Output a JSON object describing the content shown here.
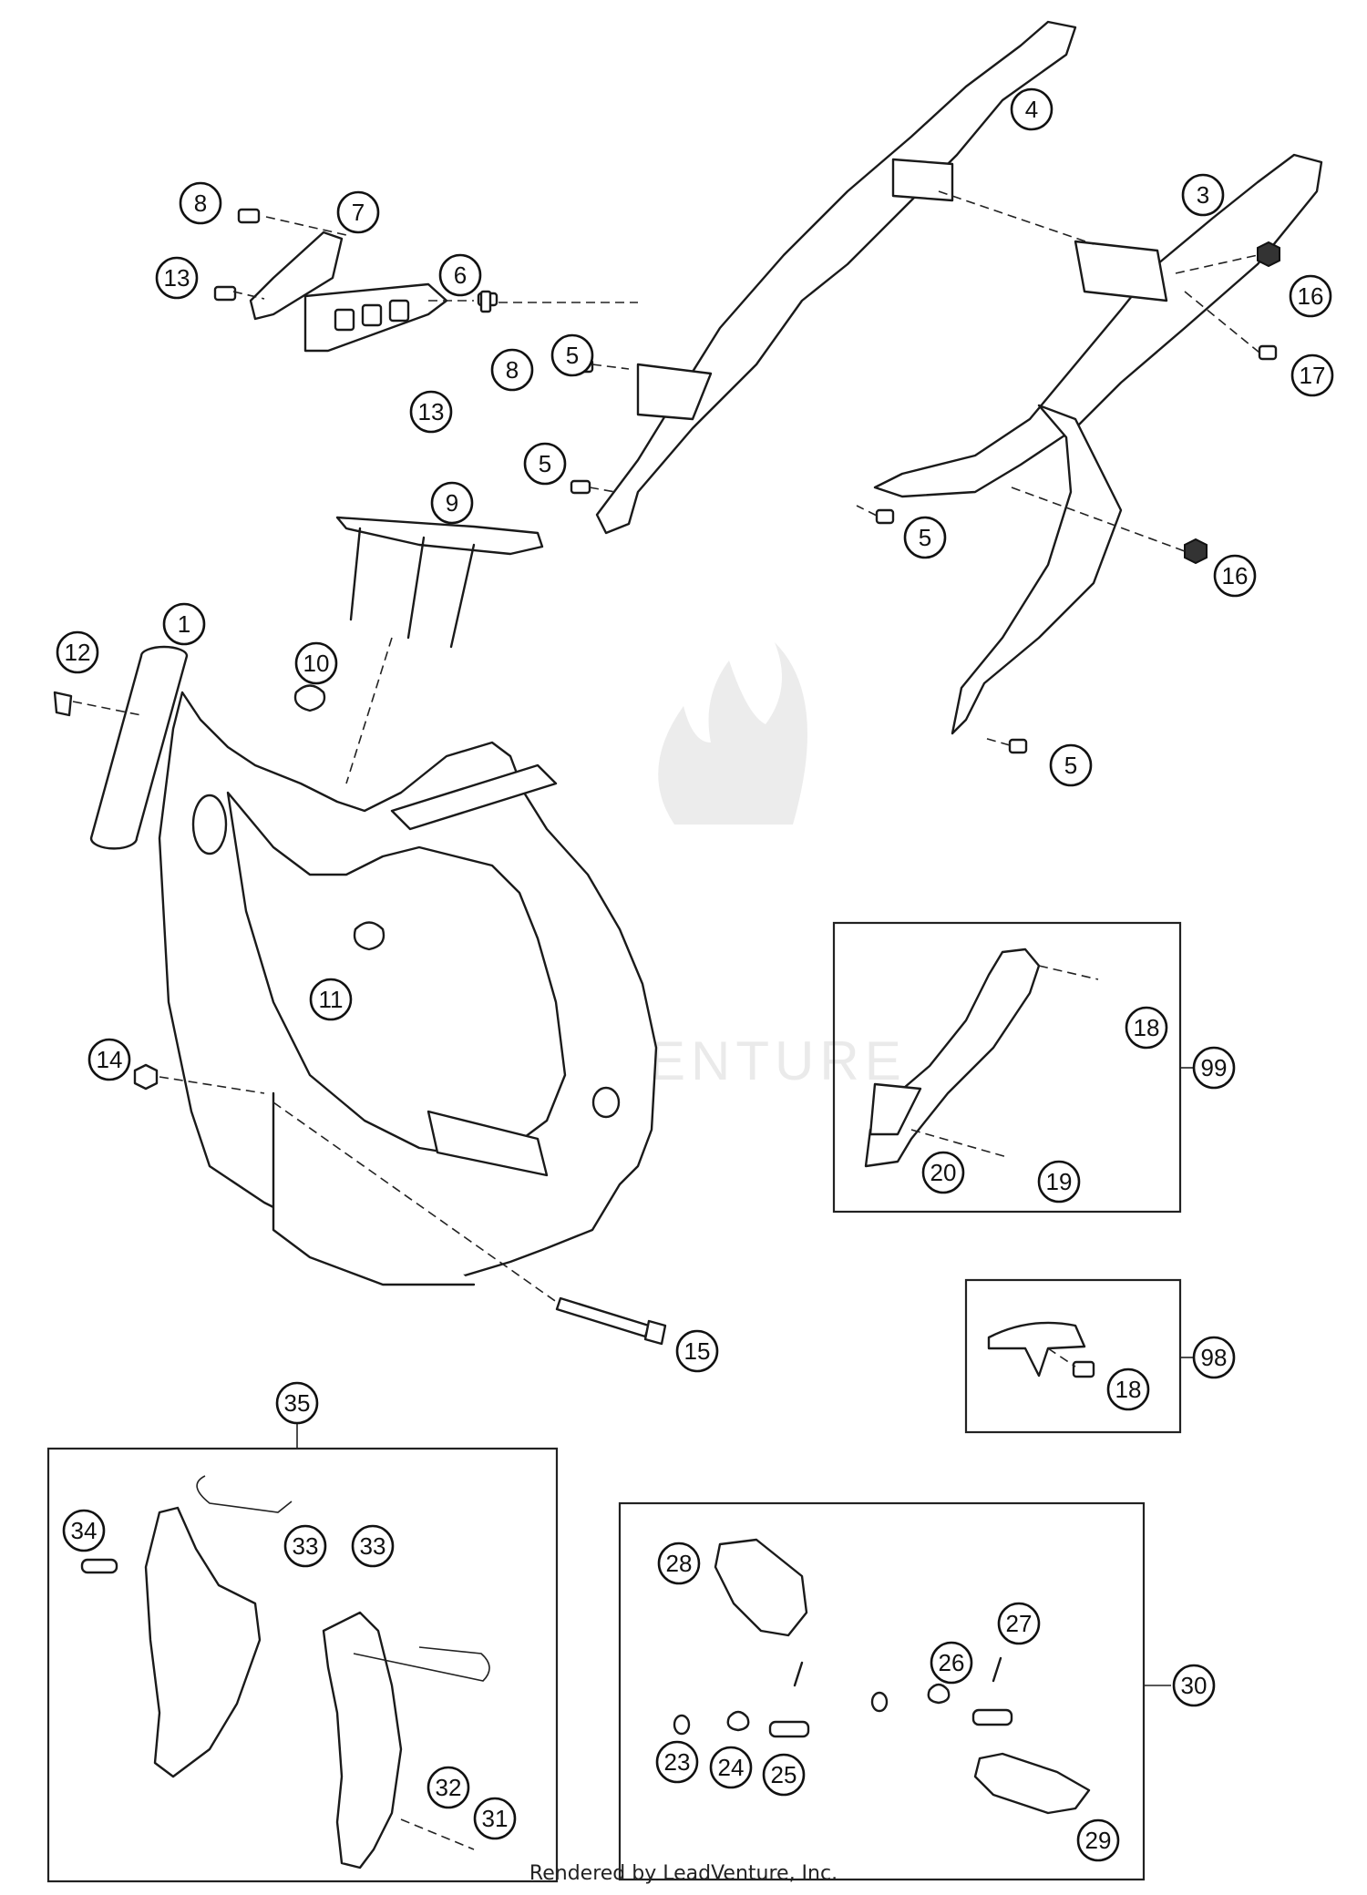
{
  "callouts": [
    {
      "id": "c1",
      "label": "1"
    },
    {
      "id": "c3",
      "label": "3"
    },
    {
      "id": "c4",
      "label": "4"
    },
    {
      "id": "c5a",
      "label": "5"
    },
    {
      "id": "c5b",
      "label": "5"
    },
    {
      "id": "c5c",
      "label": "5"
    },
    {
      "id": "c5d",
      "label": "5"
    },
    {
      "id": "c6",
      "label": "6"
    },
    {
      "id": "c7",
      "label": "7"
    },
    {
      "id": "c8a",
      "label": "8"
    },
    {
      "id": "c8b",
      "label": "8"
    },
    {
      "id": "c9",
      "label": "9"
    },
    {
      "id": "c10",
      "label": "10"
    },
    {
      "id": "c11",
      "label": "11"
    },
    {
      "id": "c12",
      "label": "12"
    },
    {
      "id": "c13a",
      "label": "13"
    },
    {
      "id": "c13b",
      "label": "13"
    },
    {
      "id": "c14",
      "label": "14"
    },
    {
      "id": "c15",
      "label": "15"
    },
    {
      "id": "c16a",
      "label": "16"
    },
    {
      "id": "c16b",
      "label": "16"
    },
    {
      "id": "c17",
      "label": "17"
    },
    {
      "id": "c18a",
      "label": "18"
    },
    {
      "id": "c18b",
      "label": "18"
    },
    {
      "id": "c19",
      "label": "19"
    },
    {
      "id": "c20",
      "label": "20"
    },
    {
      "id": "c23",
      "label": "23"
    },
    {
      "id": "c24",
      "label": "24"
    },
    {
      "id": "c25",
      "label": "25"
    },
    {
      "id": "c26",
      "label": "26"
    },
    {
      "id": "c27",
      "label": "27"
    },
    {
      "id": "c28",
      "label": "28"
    },
    {
      "id": "c29",
      "label": "29"
    },
    {
      "id": "c30",
      "label": "30"
    },
    {
      "id": "c31",
      "label": "31"
    },
    {
      "id": "c32",
      "label": "32"
    },
    {
      "id": "c33a",
      "label": "33"
    },
    {
      "id": "c33b",
      "label": "33"
    },
    {
      "id": "c34",
      "label": "34"
    },
    {
      "id": "c35",
      "label": "35"
    },
    {
      "id": "c98",
      "label": "98"
    },
    {
      "id": "c99",
      "label": "99"
    }
  ],
  "watermark": {
    "text": "LEADVENTURE"
  },
  "footer": {
    "text": "Rendered by LeadVenture, Inc."
  }
}
